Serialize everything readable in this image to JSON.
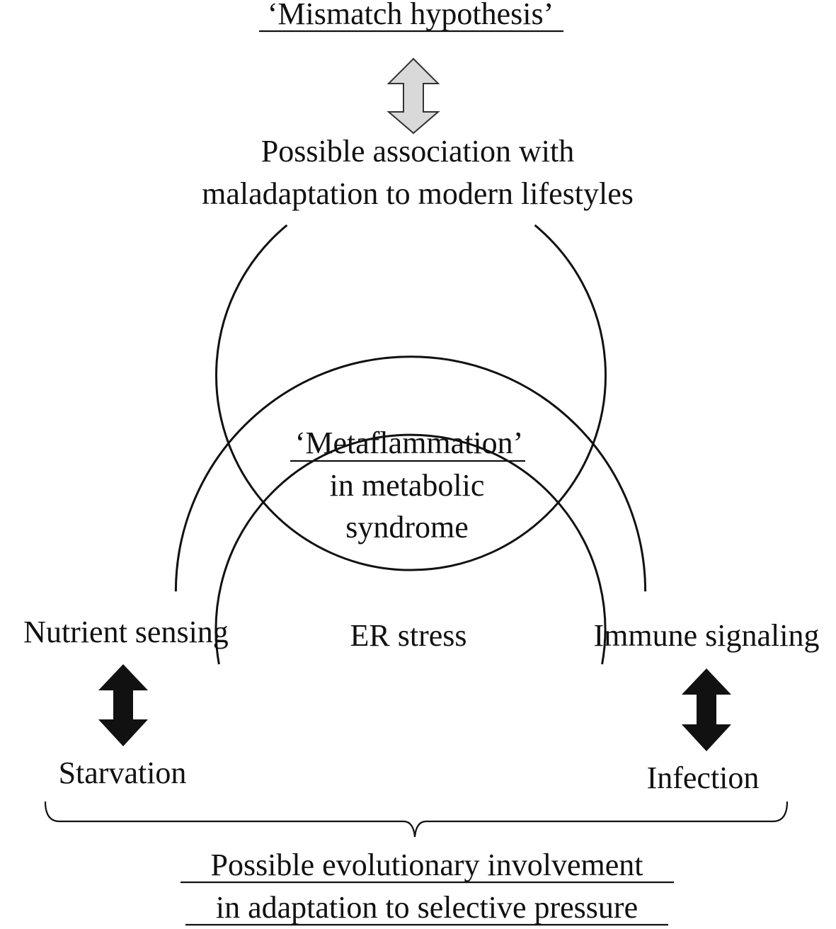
{
  "top": {
    "quote_open": "‘",
    "title": "Mismatch hypothesis",
    "quote_close": "’",
    "arrow_color": "#d9d9d9",
    "association_line1": "Possible association with",
    "association_line2": "maladaptation to modern lifestyles"
  },
  "center": {
    "quote_open": "‘",
    "title": "Metaflammation",
    "quote_close": "’",
    "line2": "in metabolic",
    "line3": "syndrome",
    "er_stress": "ER stress"
  },
  "left": {
    "label": "Nutrient sensing",
    "pressure": "Starvation"
  },
  "right": {
    "label": "Immune signaling",
    "pressure": "Infection"
  },
  "bottom": {
    "line1": "Possible evolutionary involvement",
    "line2": "in adaptation to selective pressure"
  }
}
